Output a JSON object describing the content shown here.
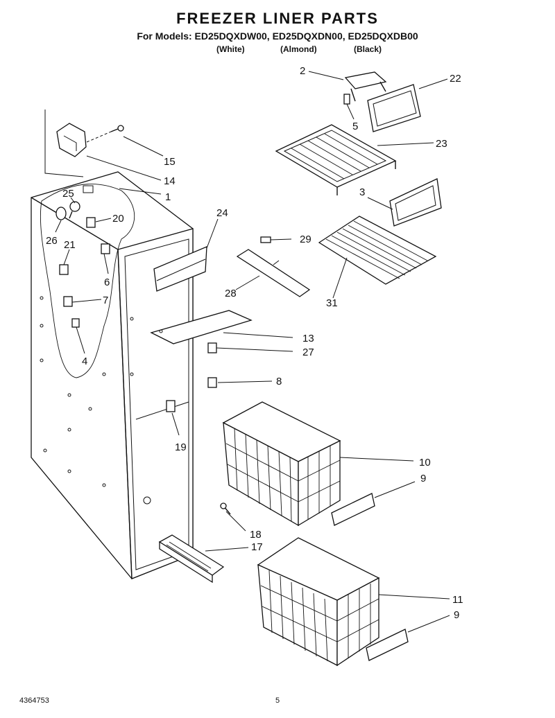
{
  "header": {
    "title": "FREEZER LINER PARTS",
    "models": "For Models: ED25DQXDW00, ED25DQXDN00, ED25DQXDB00",
    "finishes": [
      "(White)",
      "(Almond)",
      "(Black)"
    ]
  },
  "footer": {
    "doc_number": "4364753",
    "page_number": "5"
  },
  "callouts": [
    "2",
    "22",
    "5",
    "23",
    "15",
    "14",
    "1",
    "25",
    "20",
    "26",
    "21",
    "6",
    "7",
    "4",
    "24",
    "3",
    "29",
    "28",
    "31",
    "13",
    "27",
    "8",
    "19",
    "10",
    "9",
    "18",
    "17",
    "11",
    "9"
  ]
}
